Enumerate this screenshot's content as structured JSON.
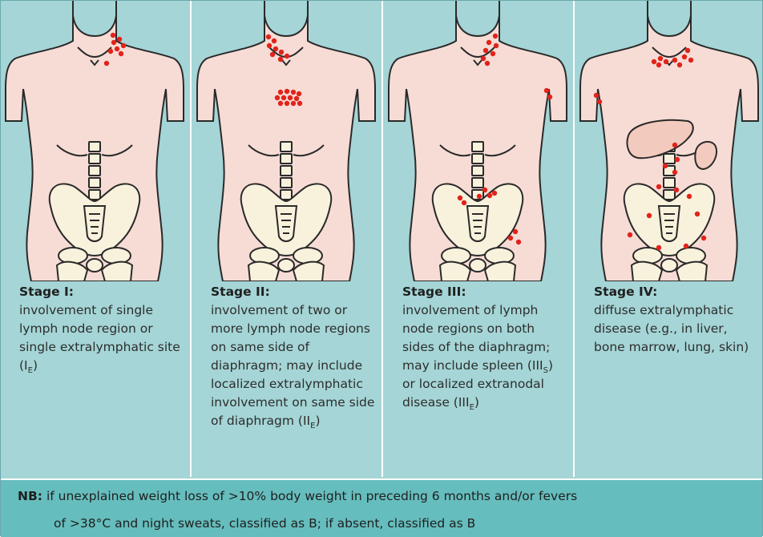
{
  "stages": [
    {
      "title": "Stage I:",
      "lines": [
        "involvement of single",
        "lymph node region or",
        "single extralymphatic",
        "site (I",
        "E",
        ")"
      ],
      "desc_parts": [
        {
          "text": "involvement of single lymph node region or single extralymphatic site (I"
        },
        {
          "sub": "E"
        },
        {
          "text": ")"
        }
      ]
    },
    {
      "title": "Stage II:",
      "desc_parts": [
        {
          "text": "involvement of two or more lymph node regions on same side of diaphragm; may include localized extralymphatic involvement on same side of diaphragm (II"
        },
        {
          "sub": "E"
        },
        {
          "text": ")"
        }
      ]
    },
    {
      "title": "Stage III:",
      "desc_parts": [
        {
          "text": "involvement of lymph node regions on both sides of the diaphragm; may include spleen (III"
        },
        {
          "sub": "S"
        },
        {
          "text": ") or localized extranodal disease (III"
        },
        {
          "sub": "E"
        },
        {
          "text": ")"
        }
      ]
    },
    {
      "title": "Stage IV:",
      "desc_parts": [
        {
          "text": "diffuse extralymphatic disease (e.g., in liver, bone marrow, lung, skin)"
        }
      ]
    }
  ],
  "nb": {
    "label": "NB:",
    "line1": "if unexplained weight loss of >10% body weight in preceding 6 months and/or fevers",
    "line2": "of >38°C and night sweats, classified as B; if absent, classified as B"
  },
  "colors": {
    "panel_bg": "#a5d5d6",
    "nb_bg": "#66bdbd",
    "skin": "#f7dcd6",
    "bone": "#f8f2dc",
    "lymph_node": "#e2231a"
  }
}
